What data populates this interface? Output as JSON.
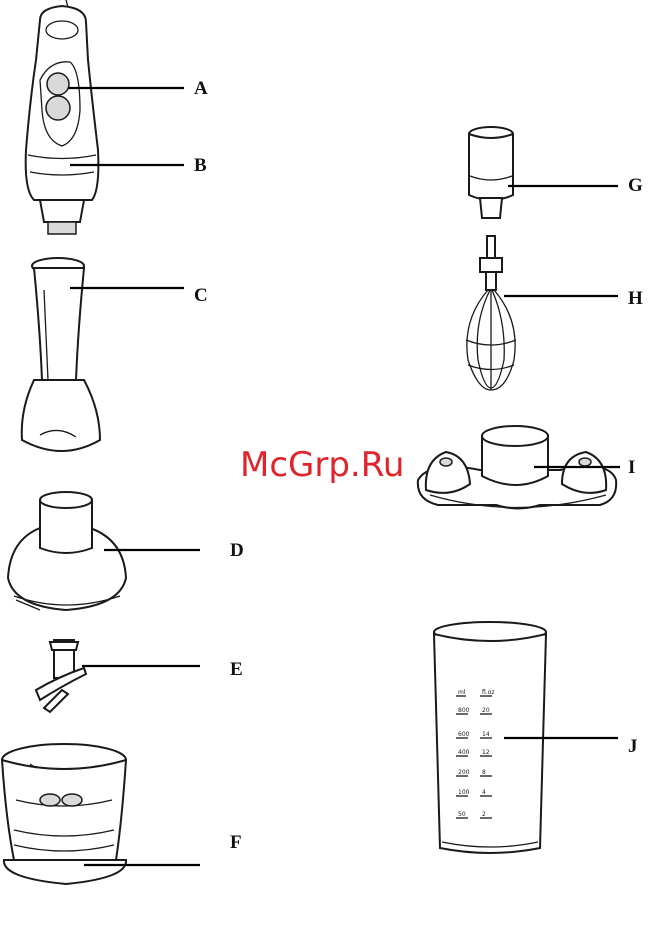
{
  "watermark": "McGrp.Ru",
  "parts": [
    {
      "label": "A",
      "component": "hand-blender-buttons"
    },
    {
      "label": "B",
      "component": "motor-unit"
    },
    {
      "label": "C",
      "component": "blending-shaft"
    },
    {
      "label": "D",
      "component": "chopper-lid"
    },
    {
      "label": "E",
      "component": "chopper-blade"
    },
    {
      "label": "F",
      "component": "chopper-bowl"
    },
    {
      "label": "G",
      "component": "whisk-adapter"
    },
    {
      "label": "H",
      "component": "whisk"
    },
    {
      "label": "I",
      "component": "storage-stand"
    },
    {
      "label": "J",
      "component": "measuring-beaker"
    }
  ],
  "beaker_scale": {
    "left": [
      "ml",
      "800",
      "600",
      "400",
      "200",
      "100",
      "50"
    ],
    "right": [
      "fl.oz",
      "20",
      "14",
      "12",
      "8",
      "4",
      "2"
    ]
  }
}
